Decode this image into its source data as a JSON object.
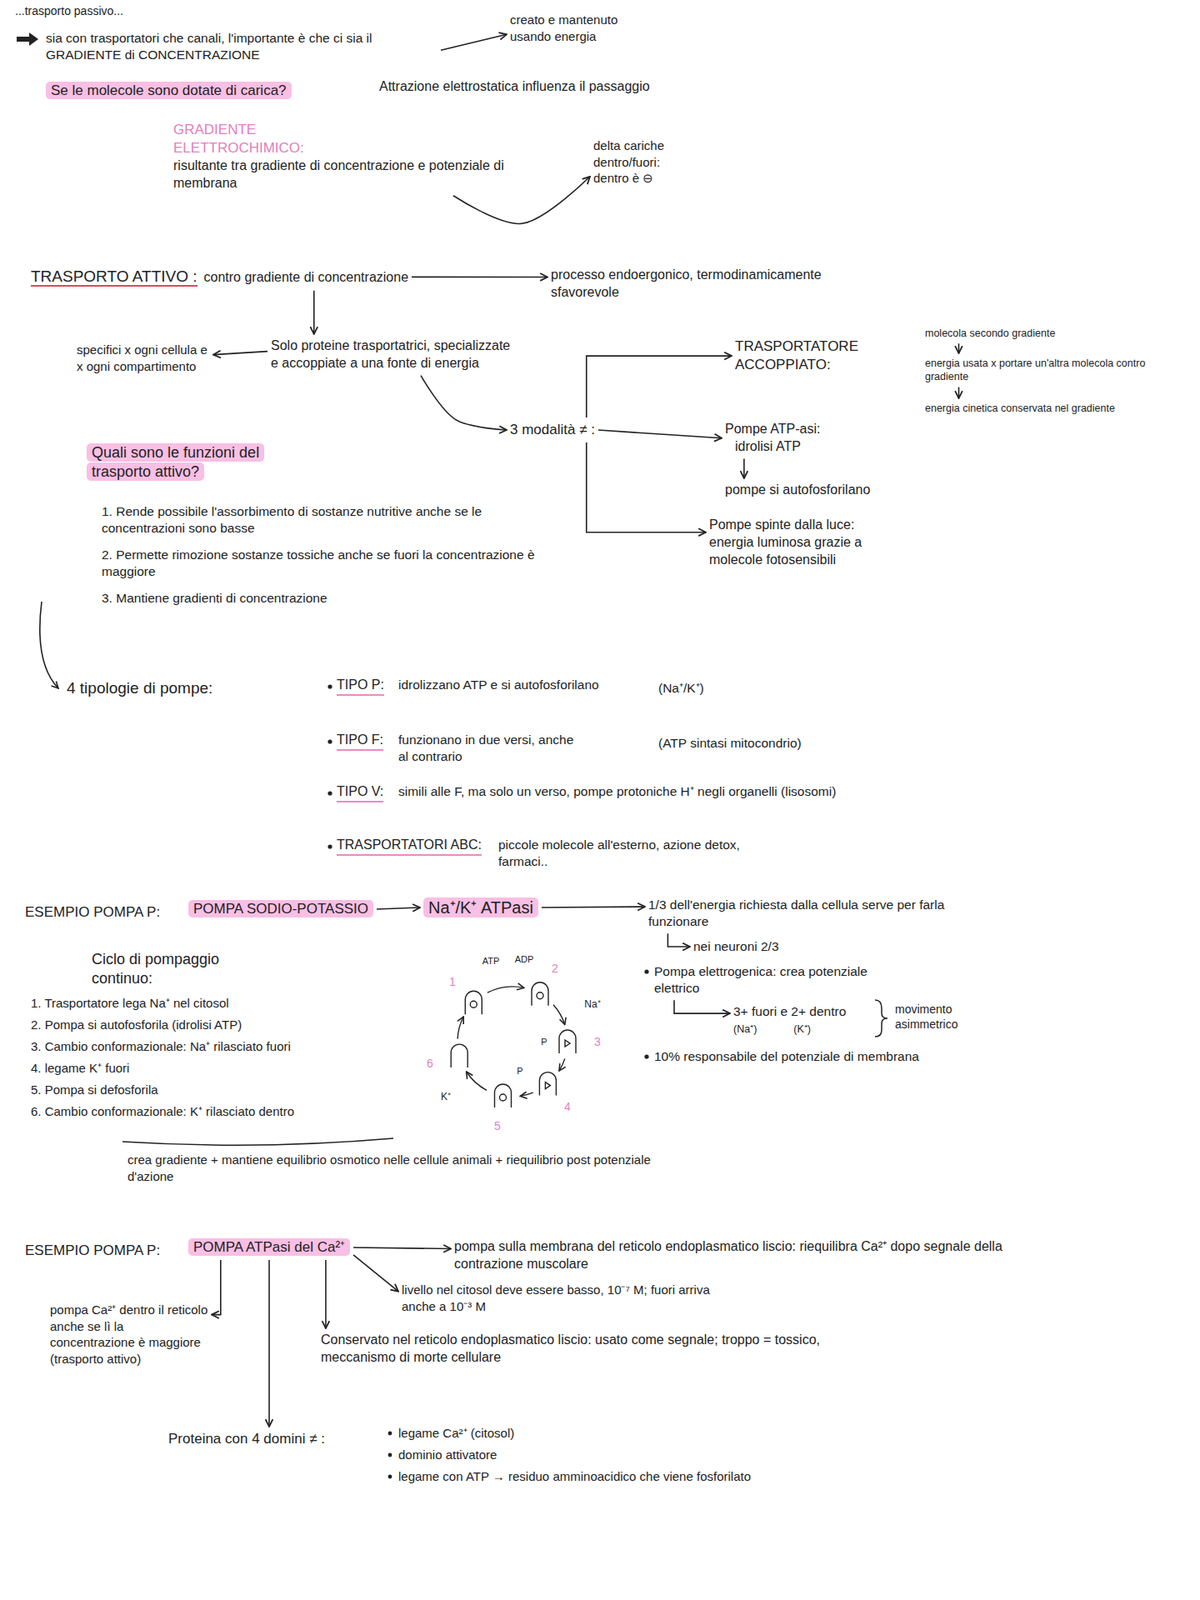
{
  "diagram": {
    "nodes": [
      {
        "text": [
          "sia con trasportatori che canali, l'importante è che ci sia il GRADIENTE di CONCENTRAZIONE"
        ]
      },
      {
        "text": [
          "creato e mantenuto usando energia"
        ]
      },
      {
        "text": [
          "Se le molecole sono dotate di carica?"
        ]
      },
      {
        "text": [
          "GRADIENTE ELETTROCHIMICO:",
          "risultante tra gradiente di concentrazione e potenziale di membrana"
        ]
      },
      {
        "text": [
          "delta cariche dentro/fuori: dentro è ⊖"
        ]
      },
      {
        "text": [
          "TRASPORTO ATTIVO :",
          "contro gradiente di concentrazione"
        ]
      },
      {
        "text": [
          "processo endoergonico, termodinamicamente sfavorevole"
        ]
      },
      {
        "text": [
          "Solo proteine trasportatrici, specializzate e accoppiate a una fonte di energia"
        ]
      },
      {
        "text": [
          "specifici x ogni cellula e x ogni compartimento"
        ]
      },
      {
        "text": [
          "3 modalità ≠ :"
        ]
      },
      {
        "text": [
          "TRASPORTATORE ACCOPPIATO:"
        ]
      },
      {
        "text": [
          "Pompe ATP-asi:",
          "idrolisi ATP"
        ]
      },
      {
        "text": [
          "pompe si autofosforilano"
        ]
      },
      {
        "text": [
          "Pompe spinte dalla luce:",
          "energia luminosa grazie a molecole fotosensibili"
        ]
      },
      {
        "text": [
          "molecola secondo gradiente"
        ]
      },
      {
        "text": [
          "energia usata x portare un'altra molecola contro gradiente"
        ]
      },
      {
        "text": [
          "energia cinetica conservata nel gradiente"
        ]
      },
      {
        "text": [
          "Quali sono le funzioni del trasporto attivo?"
        ]
      },
      {
        "text": [
          "4 tipologie di pompe:"
        ]
      },
      {
        "text": [
          "POMPA SODIO-POTASSIO"
        ]
      },
      {
        "text": [
          "Na⁺/K⁺ ATPasi"
        ]
      },
      {
        "text": [
          "1/3 dell'energia richiesta dalla cellula serve per farla funzionare"
        ]
      },
      {
        "text": [
          "nei neuroni 2/3"
        ]
      },
      {
        "text": [
          "Pompa elettrogenica: crea potenziale elettrico"
        ]
      },
      {
        "text": [
          "3+ fuori e 2+ dentro",
          "(Na⁺)",
          "(K⁺)"
        ]
      },
      {
        "text": [
          "POMPA ATPasi del Ca²⁺"
        ]
      },
      {
        "text": [
          "pompa sulla membrana del reticolo endoplasmatico liscio: riequilibra Ca²⁺ dopo segnale della contrazione muscolare"
        ]
      },
      {
        "text": [
          "pompa Ca²⁺ dentro il reticolo anche se lì la concentrazione è maggiore (trasporto attivo)"
        ]
      },
      {
        "text": [
          "Conservato nel reticolo endoplasmatico liscio: usato come segnale; troppo = tossico, meccanismo di morte cellulare"
        ]
      },
      {
        "text": [
          "livello nel citosol deve essere basso, 10⁻⁷ M; fuori arriva anche a 10⁻³ M"
        ]
      },
      {
        "text": [
          "Proteina con 4 domini ≠ :"
        ]
      }
    ],
    "edges": [
      {
        "from": 0,
        "to": 1,
        "arrow": "to"
      },
      {
        "from": 3,
        "to": 4,
        "arrow": "to"
      },
      {
        "from": 5,
        "to": 6,
        "arrow": "to"
      },
      {
        "from": 5,
        "to": 7,
        "arrow": "to"
      },
      {
        "from": 7,
        "to": 8,
        "arrow": "to"
      },
      {
        "from": 7,
        "to": 9,
        "arrow": "to"
      },
      {
        "from": 9,
        "to": 10,
        "arrow": "to"
      },
      {
        "from": 9,
        "to": 11,
        "arrow": "to"
      },
      {
        "from": 11,
        "to": 12,
        "arrow": "to"
      },
      {
        "from": 9,
        "to": 13,
        "arrow": "to"
      },
      {
        "from": 14,
        "to": 15,
        "arrow": "to"
      },
      {
        "from": 15,
        "to": 16,
        "arrow": "to"
      },
      {
        "from": 19,
        "to": 20,
        "arrow": "to"
      },
      {
        "from": 20,
        "to": 21,
        "arrow": "to"
      },
      {
        "from": 21,
        "to": 22,
        "arrow": "to"
      },
      {
        "from": 23,
        "to": 24,
        "arrow": "to"
      },
      {
        "from": 25,
        "to": 26,
        "arrow": "to"
      },
      {
        "from": 25,
        "to": 27,
        "arrow": "to"
      },
      {
        "from": 25,
        "to": 28,
        "arrow": "to"
      },
      {
        "from": 25,
        "to": 29,
        "arrow": "to"
      },
      {
        "from": 25,
        "to": 30,
        "arrow": "to"
      }
    ],
    "labels": [
      "...trasporto passivo...",
      "Attrazione elettrostatica influenza il passaggio",
      "1. Rende possibile l'assorbimento di sostanze nutritive anche se le concentrazioni sono basse",
      "2. Permette rimozione sostanze tossiche anche se fuori la concentrazione è maggiore",
      "3. Mantiene gradienti di concentrazione",
      "TIPO P:",
      "idrolizzano ATP e si autofosforilano",
      "(Na⁺/K⁺)",
      "TIPO F:",
      "funzionano in due versi, anche al contrario",
      "(ATP sintasi mitocondrio)",
      "TIPO V:",
      "simili alle F, ma solo un verso, pompe protoniche H⁺ negli organelli (lisosomi)",
      "TRASPORTATORI ABC:",
      "piccole molecole all'esterno, azione detox, farmaci..",
      "ESEMPIO POMPA P:",
      "movimento asimmetrico",
      "10% responsabile del potenziale di membrana",
      "Ciclo di pompaggio continuo:",
      "1. Trasportatore lega Na⁺ nel citosol",
      "2. Pompa si autofosforila (idrolisi ATP)",
      "3. Cambio conformazionale: Na⁺ rilasciato fuori",
      "4. legame K⁺ fuori",
      "5. Pompa si defosforila",
      "6. Cambio conformazionale: K⁺ rilasciato dentro",
      "crea gradiente + mantiene equilibrio osmotico nelle cellule animali + riequilibrio post potenziale d'azione",
      "ESEMPIO POMPA P:",
      "legame Ca²⁺ (citosol)",
      "dominio attivatore",
      "legame con ATP → residuo amminoacidico che viene fosforilato",
      "1",
      "2",
      "3",
      "4",
      "5",
      "6",
      "ATP",
      "ADP",
      "Na⁺",
      "K⁺",
      "P",
      "P"
    ]
  }
}
